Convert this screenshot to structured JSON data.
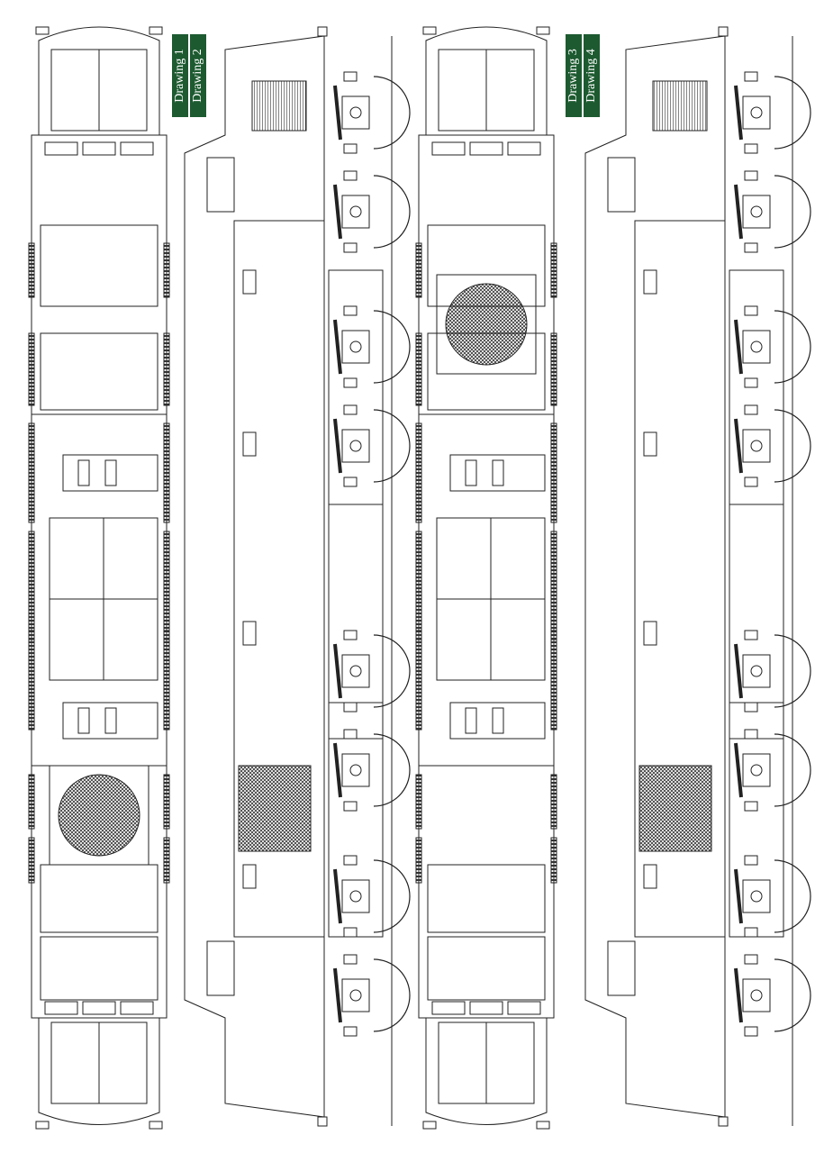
{
  "labels": {
    "drawing1": "Drawing 1",
    "drawing2": "Drawing 2",
    "drawing3": "Drawing 3",
    "drawing4": "Drawing 4"
  },
  "colors": {
    "label_bg": "#1d5a30",
    "line": "#222222",
    "hatch": "#333333"
  }
}
